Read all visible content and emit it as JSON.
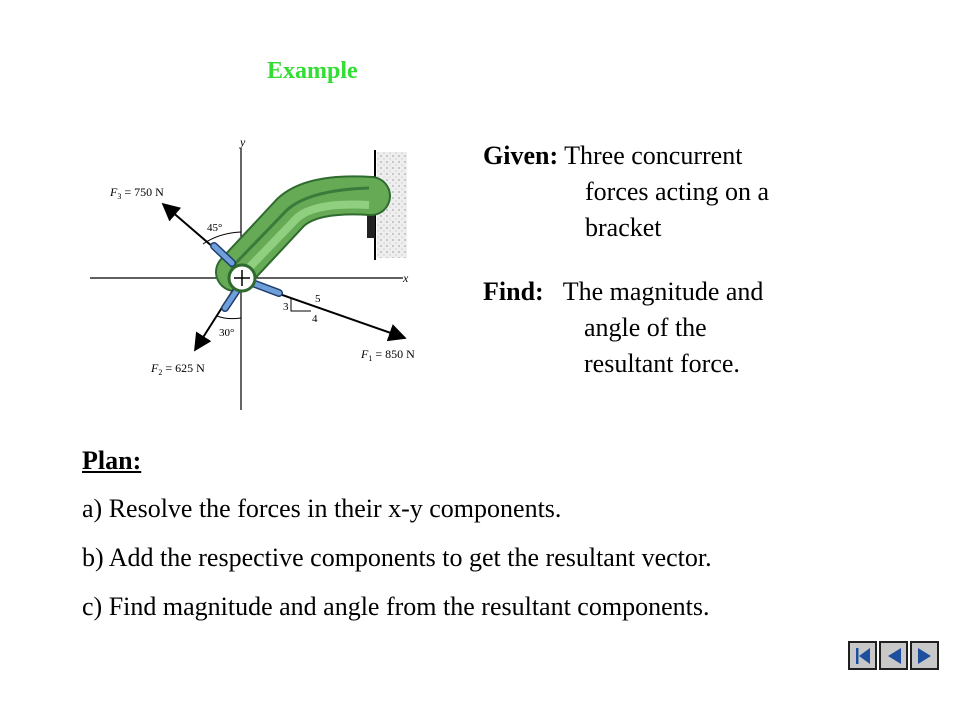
{
  "slide": {
    "title": "Example"
  },
  "figure": {
    "axis_y": "y",
    "axis_x": "x",
    "f3_label": "F",
    "f3_sub": "3",
    "f3_value": " = 750 N",
    "f2_label": "F",
    "f2_sub": "2",
    "f2_value": " = 625 N",
    "f1_label": "F",
    "f1_sub": "1",
    "f1_value": " = 850 N",
    "angle_f3": "45°",
    "angle_f2": "30°",
    "slope_rise": "3",
    "slope_run": "4",
    "slope_hyp": "5",
    "colors": {
      "bracket": "#66aa55",
      "bracket_dark": "#2f6b2f",
      "pin": "#6f9fd8"
    }
  },
  "given": {
    "label": "Given:",
    "line1": "Three concurrent",
    "line2": "forces  acting on a",
    "line3": "bracket"
  },
  "find": {
    "label": "Find:",
    "line1": "The magnitude and",
    "line2": "angle of the",
    "line3": "resultant force."
  },
  "plan": {
    "title": "Plan:",
    "items": [
      "a) Resolve the forces in their x-y components.",
      "b) Add the respective components to get the resultant vector.",
      "c) Find magnitude and angle from the resultant components."
    ]
  },
  "nav": {
    "icons": [
      "first-slide-icon",
      "previous-slide-icon",
      "next-slide-icon"
    ]
  }
}
